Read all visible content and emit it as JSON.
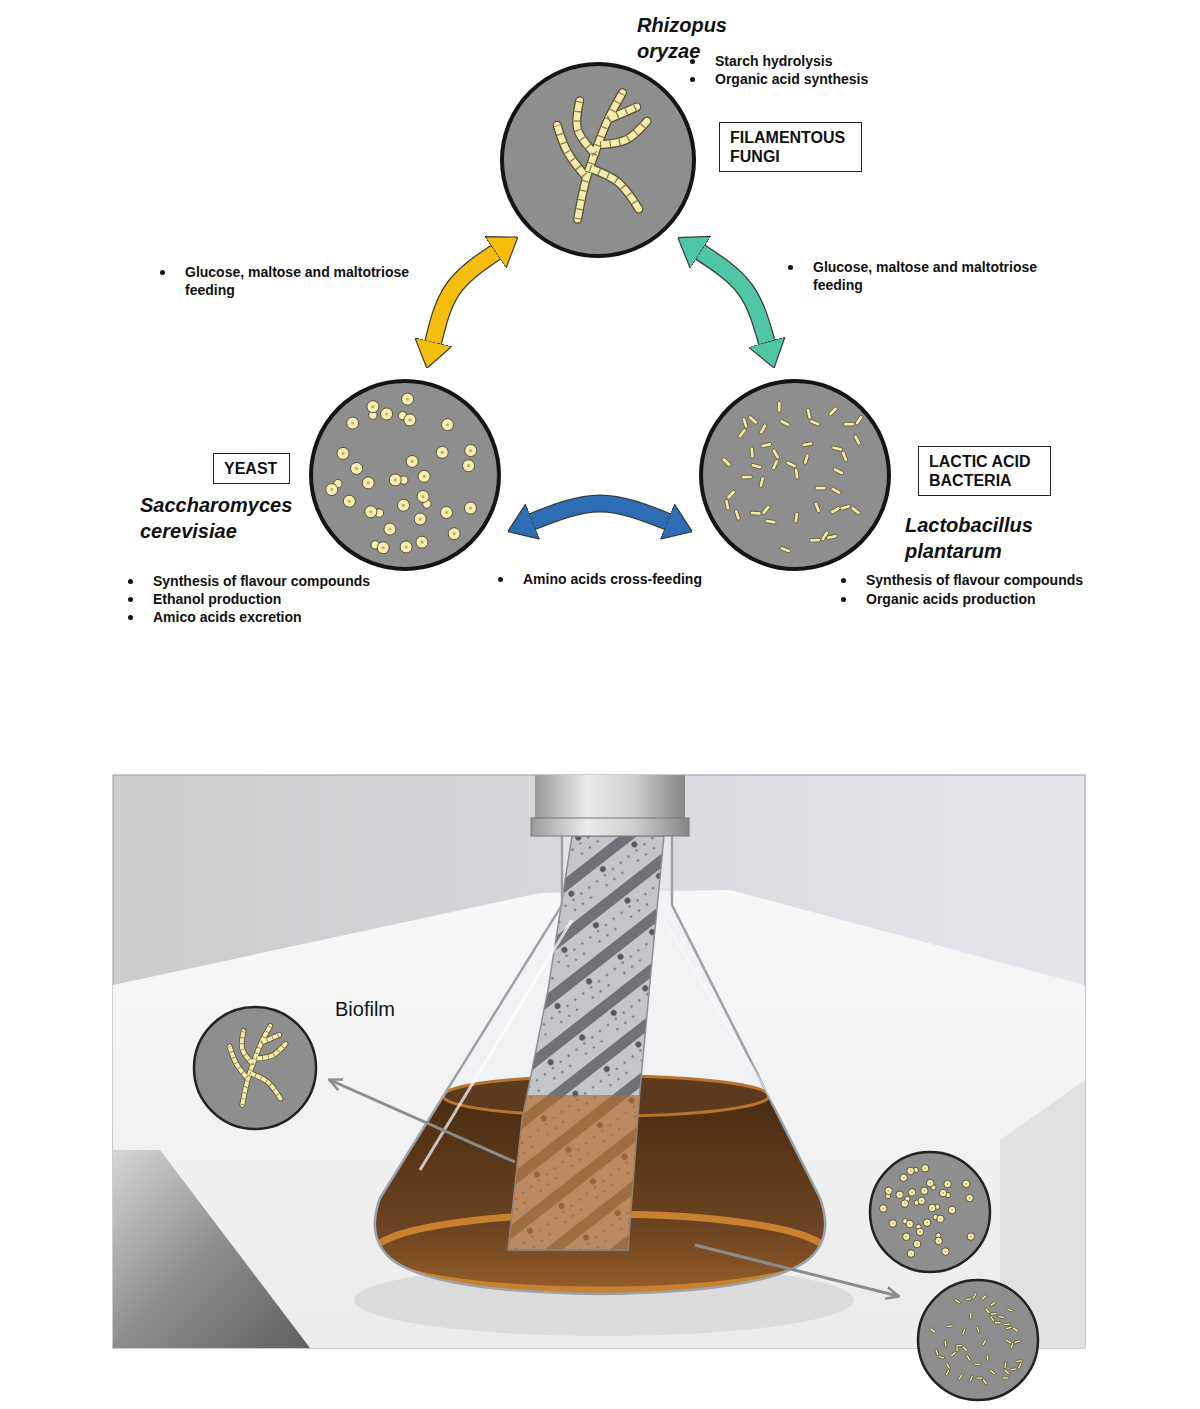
{
  "diagram": {
    "nodes": [
      {
        "text": [
          "Rhizopus oryzae",
          "Starch hydrolysis",
          "Organic acid synthesis"
        ]
      },
      {
        "text": [
          "FILAMENTOUS FUNGI"
        ]
      },
      {
        "text": [
          "Saccharomyces cerevisiae",
          "Synthesis of flavour compounds",
          "Ethanol production",
          "Amico acids excretion"
        ]
      },
      {
        "text": [
          "YEAST"
        ]
      },
      {
        "text": [
          "Lactobacillus plantarum",
          "Synthesis of flavour compounds",
          "Organic acids production"
        ]
      },
      {
        "text": [
          "LACTIC ACID BACTERIA"
        ]
      }
    ],
    "edges": [
      {
        "from": 2,
        "to": 0,
        "arrow": "both",
        "label": "Glucose, maltose and maltotriose feeding"
      },
      {
        "from": 0,
        "to": 4,
        "arrow": "both",
        "label": "Glucose, maltose and maltotriose feeding"
      },
      {
        "from": 2,
        "to": 4,
        "arrow": "both",
        "label": "Amino acids cross-feeding"
      }
    ],
    "labels": [
      "Biofilm"
    ]
  }
}
